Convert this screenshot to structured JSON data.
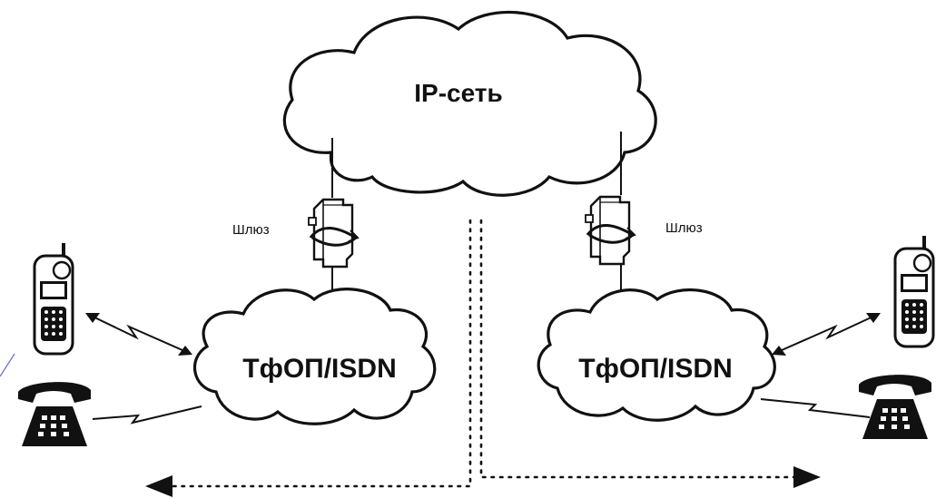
{
  "ip_network": {
    "label": "IP-сеть"
  },
  "gateways": {
    "left": {
      "label": "Шлюз",
      "icon": "gateway-icon"
    },
    "right": {
      "label": "Шлюз",
      "icon": "gateway-icon"
    }
  },
  "access_networks": {
    "left": {
      "label": "ТфОП/ISDN"
    },
    "right": {
      "label": "ТфОП/ISDN"
    }
  },
  "terminals": {
    "left": [
      "mobile-phone-icon",
      "desk-phone-icon"
    ],
    "right": [
      "mobile-phone-icon",
      "desk-phone-icon"
    ]
  },
  "colors": {
    "stroke": "#111111",
    "background": "#ffffff"
  }
}
